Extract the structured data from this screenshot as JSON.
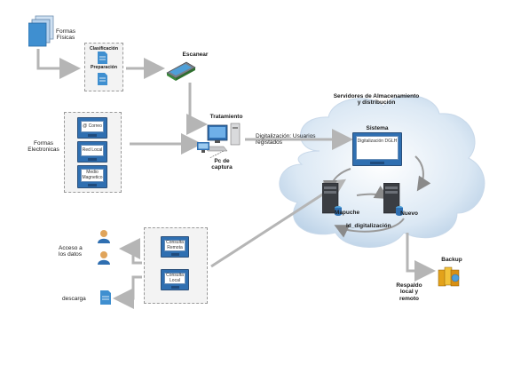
{
  "labels": {
    "formas_fisicas": "Formas Físicas",
    "clasificacion": "Clasificación",
    "preparacion": "Preparación",
    "escanear": "Escanear",
    "tratamiento": "Tratamiento",
    "pc_captura": "Pc de captura",
    "formas_electronicas": "Formas Electronicas",
    "correo": "@ Correo",
    "red_local": "Red Local",
    "medio_magnetico": "Medio Magnetico",
    "digitalizacion_usuarios": "Digitalización: Usuarios registados",
    "servidores": "Servidores de Almacenamiento y distribución",
    "sistema": "Sistema",
    "digitalizacion_dgl": "Digitalización DGLH",
    "mapuche": "Mapuche",
    "nuevo": "Nuevo",
    "id_digitalizacion": "Id_digitalización",
    "acceso_datos": "Acceso a los datos",
    "descarga": "descarga",
    "consulta_remota": "Consulta Remota",
    "consulta_local": "Consulta Local",
    "backup": "Backup",
    "respaldo": "Respaldo local y remoto"
  },
  "colors": {
    "arrow": "#b5b5b5",
    "cloud": "#cfe0ef",
    "monitor": "#2f6fb1",
    "doc_blue": "#3f8fd0"
  }
}
